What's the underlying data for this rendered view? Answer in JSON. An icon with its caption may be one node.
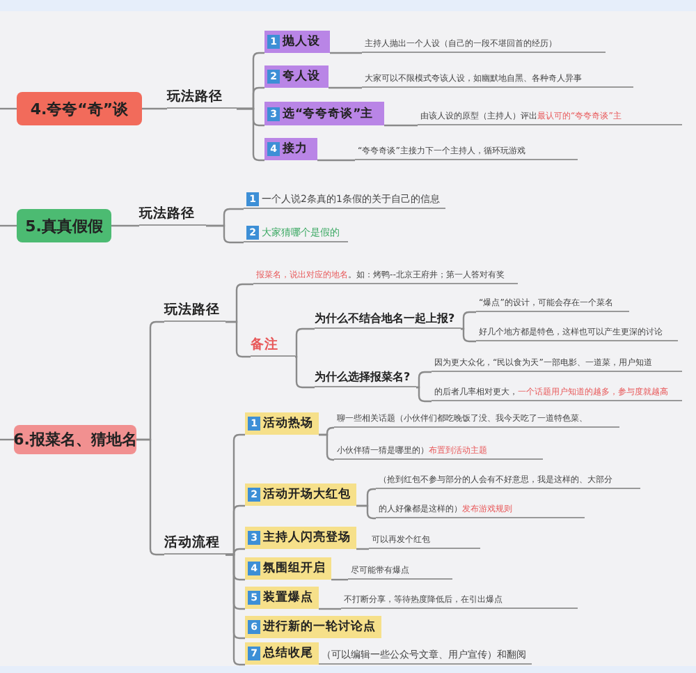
{
  "diagram": {
    "nodes": [
      {
        "text": [
          "4.夸夸“奇”谈"
        ]
      },
      {
        "text": [
          "玩法路径"
        ]
      },
      {
        "text": [
          "1",
          "抛人设"
        ]
      },
      {
        "text": [
          "主持人抛出一个人设（自己的一段不堪回首的经历）"
        ]
      },
      {
        "text": [
          "2",
          "夸人设"
        ]
      },
      {
        "text": [
          "大家可以不限模式夸该人设，如幽默地自黑、各种奇人异事"
        ]
      },
      {
        "text": [
          "3",
          "选“夸夸奇谈”主"
        ]
      },
      {
        "text": [
          "由该人设的原型（主持人）评出**最认可的“夸夸奇谈”主**"
        ]
      },
      {
        "text": [
          "4",
          "接力"
        ]
      },
      {
        "text": [
          "“夸夸奇谈”主接力下一个主持人，循环玩游戏"
        ]
      },
      {
        "text": [
          "5.真真假假"
        ]
      },
      {
        "text": [
          "玩法路径"
        ]
      },
      {
        "text": [
          "1",
          "一个人说2条真的1条假的关于自己的信息"
        ]
      },
      {
        "text": [
          "2",
          "大家猜哪个是假的"
        ]
      },
      {
        "text": [
          "6.报菜名、猜地名"
        ]
      },
      {
        "text": [
          "玩法路径"
        ]
      },
      {
        "text": [
          "**报菜名，说出对应的地名**。如：烤鸭--北京王府井；第一人答对有奖"
        ]
      },
      {
        "text": [
          "备注"
        ]
      },
      {
        "text": [
          "为什么不结合地名一起上报?"
        ]
      },
      {
        "text": [
          "“爆点”的设计，可能会存在一个菜名"
        ]
      },
      {
        "text": [
          "好几个地方都是特色，这样也可以产生更深的讨论"
        ]
      },
      {
        "text": [
          "为什么选择报菜名?"
        ]
      },
      {
        "text": [
          "因为更大众化，“民以食为天”一部电影、一道菜，用户知道"
        ]
      },
      {
        "text": [
          "的后者几率相对更大，**一个话题用户知道的越多，参与度就越高**"
        ]
      },
      {
        "text": [
          "活动流程"
        ]
      },
      {
        "text": [
          "1",
          "活动热场"
        ]
      },
      {
        "text": [
          "聊一些相关话题（小伙伴们都吃晚饭了没、我今天吃了一道特色菜、"
        ]
      },
      {
        "text": [
          "小伙伴猜一猜是哪里的）**布置到活动主题**"
        ]
      },
      {
        "text": [
          "2",
          "活动开场大红包"
        ]
      },
      {
        "text": [
          "（抢到红包不参与部分的人会有不好意思，我是这样的、大部分"
        ]
      },
      {
        "text": [
          "的人好像都是这样的）**发布游戏规则**"
        ]
      },
      {
        "text": [
          "3",
          "主持人闪亮登场"
        ]
      },
      {
        "text": [
          "可以再发个红包"
        ]
      },
      {
        "text": [
          "4",
          "氛围组开启"
        ]
      },
      {
        "text": [
          "尽可能带有爆点"
        ]
      },
      {
        "text": [
          "5",
          "装置爆点"
        ]
      },
      {
        "text": [
          "不打断分享，等待热度降低后，在引出爆点"
        ]
      },
      {
        "text": [
          "6",
          "进行新的一轮讨论点"
        ]
      },
      {
        "text": [
          "7",
          "总结收尾"
        ],
        "beside": [
          "（可以编辑一些公众号文章、用户宣传）和翻阅"
        ]
      }
    ],
    "edges": [
      {
        "from": null,
        "to": 0,
        "arrow": "none"
      },
      {
        "from": 0,
        "to": 1,
        "arrow": "none"
      },
      {
        "from": 1,
        "to": 2,
        "arrow": "none"
      },
      {
        "from": 1,
        "to": 4,
        "arrow": "none"
      },
      {
        "from": 1,
        "to": 6,
        "arrow": "none"
      },
      {
        "from": 1,
        "to": 8,
        "arrow": "none"
      },
      {
        "from": 2,
        "to": 3,
        "arrow": "none"
      },
      {
        "from": 4,
        "to": 5,
        "arrow": "none"
      },
      {
        "from": 6,
        "to": 7,
        "arrow": "none"
      },
      {
        "from": 8,
        "to": 9,
        "arrow": "none"
      },
      {
        "from": null,
        "to": 10,
        "arrow": "none"
      },
      {
        "from": 10,
        "to": 11,
        "arrow": "none"
      },
      {
        "from": 11,
        "to": 12,
        "arrow": "none"
      },
      {
        "from": 11,
        "to": 13,
        "arrow": "none"
      },
      {
        "from": null,
        "to": 14,
        "arrow": "none"
      },
      {
        "from": 14,
        "to": 15,
        "arrow": "none"
      },
      {
        "from": 14,
        "to": 24,
        "arrow": "none"
      },
      {
        "from": 15,
        "to": 16,
        "arrow": "none"
      },
      {
        "from": 15,
        "to": 17,
        "arrow": "none"
      },
      {
        "from": 17,
        "to": 18,
        "arrow": "none"
      },
      {
        "from": 17,
        "to": 21,
        "arrow": "none"
      },
      {
        "from": 18,
        "to": 19,
        "arrow": "none"
      },
      {
        "from": 18,
        "to": 20,
        "arrow": "none"
      },
      {
        "from": 21,
        "to": 22,
        "arrow": "none"
      },
      {
        "from": 21,
        "to": 23,
        "arrow": "none"
      },
      {
        "from": 24,
        "to": 25,
        "arrow": "none"
      },
      {
        "from": 24,
        "to": 28,
        "arrow": "none"
      },
      {
        "from": 24,
        "to": 31,
        "arrow": "none"
      },
      {
        "from": 24,
        "to": 33,
        "arrow": "none"
      },
      {
        "from": 24,
        "to": 35,
        "arrow": "none"
      },
      {
        "from": 24,
        "to": 37,
        "arrow": "none"
      },
      {
        "from": 24,
        "to": 38,
        "arrow": "none"
      },
      {
        "from": 25,
        "to": 26,
        "arrow": "none"
      },
      {
        "from": 25,
        "to": 27,
        "arrow": "none"
      },
      {
        "from": 28,
        "to": 29,
        "arrow": "none"
      },
      {
        "from": 28,
        "to": 30,
        "arrow": "none"
      },
      {
        "from": 31,
        "to": 32,
        "arrow": "none"
      },
      {
        "from": 33,
        "to": 34,
        "arrow": "none"
      },
      {
        "from": 35,
        "to": 36,
        "arrow": "none"
      }
    ]
  }
}
